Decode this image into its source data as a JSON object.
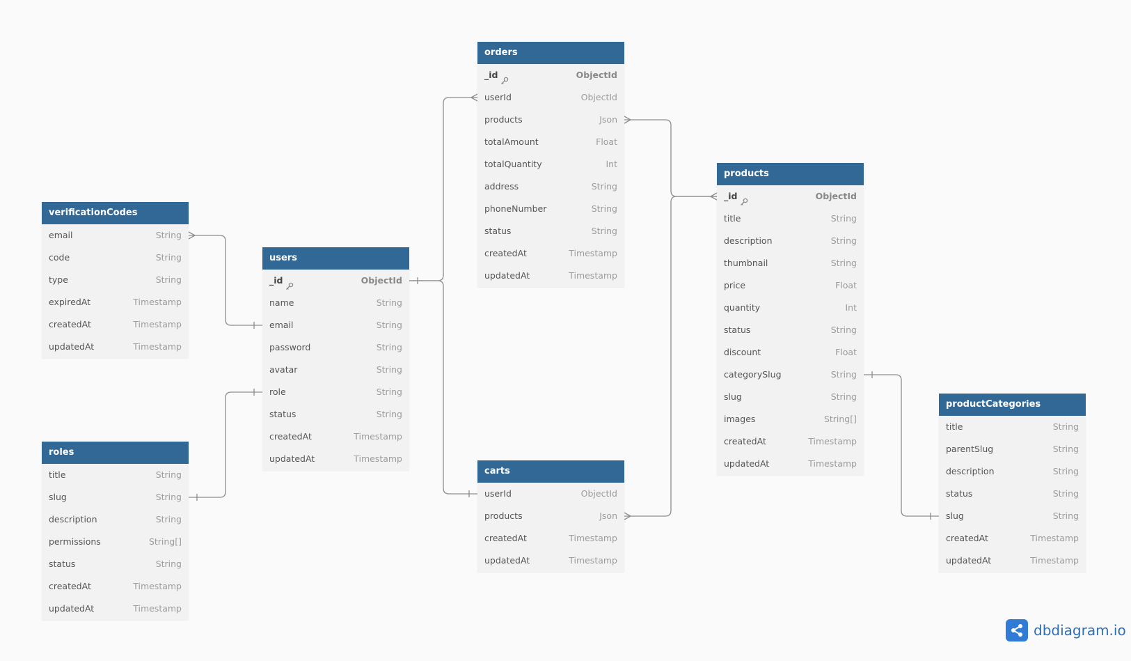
{
  "tables": [
    {
      "id": "orders",
      "name": "orders",
      "fields": [
        {
          "name": "_id",
          "type": "ObjectId",
          "pk": true
        },
        {
          "name": "userId",
          "type": "ObjectId"
        },
        {
          "name": "products",
          "type": "Json"
        },
        {
          "name": "totalAmount",
          "type": "Float"
        },
        {
          "name": "totalQuantity",
          "type": "Int"
        },
        {
          "name": "address",
          "type": "String"
        },
        {
          "name": "phoneNumber",
          "type": "String"
        },
        {
          "name": "status",
          "type": "String"
        },
        {
          "name": "createdAt",
          "type": "Timestamp"
        },
        {
          "name": "updatedAt",
          "type": "Timestamp"
        }
      ]
    },
    {
      "id": "products",
      "name": "products",
      "fields": [
        {
          "name": "_id",
          "type": "ObjectId",
          "pk": true
        },
        {
          "name": "title",
          "type": "String"
        },
        {
          "name": "description",
          "type": "String"
        },
        {
          "name": "thumbnail",
          "type": "String"
        },
        {
          "name": "price",
          "type": "Float"
        },
        {
          "name": "quantity",
          "type": "Int"
        },
        {
          "name": "status",
          "type": "String"
        },
        {
          "name": "discount",
          "type": "Float"
        },
        {
          "name": "categorySlug",
          "type": "String"
        },
        {
          "name": "slug",
          "type": "String"
        },
        {
          "name": "images",
          "type": "String[]"
        },
        {
          "name": "createdAt",
          "type": "Timestamp"
        },
        {
          "name": "updatedAt",
          "type": "Timestamp"
        }
      ]
    },
    {
      "id": "verificationCodes",
      "name": "verificationCodes",
      "fields": [
        {
          "name": "email",
          "type": "String"
        },
        {
          "name": "code",
          "type": "String"
        },
        {
          "name": "type",
          "type": "String"
        },
        {
          "name": "expiredAt",
          "type": "Timestamp"
        },
        {
          "name": "createdAt",
          "type": "Timestamp"
        },
        {
          "name": "updatedAt",
          "type": "Timestamp"
        }
      ]
    },
    {
      "id": "users",
      "name": "users",
      "fields": [
        {
          "name": "_id",
          "type": "ObjectId",
          "pk": true
        },
        {
          "name": "name",
          "type": "String"
        },
        {
          "name": "email",
          "type": "String"
        },
        {
          "name": "password",
          "type": "String"
        },
        {
          "name": "avatar",
          "type": "String"
        },
        {
          "name": "role",
          "type": "String"
        },
        {
          "name": "status",
          "type": "String"
        },
        {
          "name": "createdAt",
          "type": "Timestamp"
        },
        {
          "name": "updatedAt",
          "type": "Timestamp"
        }
      ]
    },
    {
      "id": "roles",
      "name": "roles",
      "fields": [
        {
          "name": "title",
          "type": "String"
        },
        {
          "name": "slug",
          "type": "String"
        },
        {
          "name": "description",
          "type": "String"
        },
        {
          "name": "permissions",
          "type": "String[]"
        },
        {
          "name": "status",
          "type": "String"
        },
        {
          "name": "createdAt",
          "type": "Timestamp"
        },
        {
          "name": "updatedAt",
          "type": "Timestamp"
        }
      ]
    },
    {
      "id": "carts",
      "name": "carts",
      "fields": [
        {
          "name": "userId",
          "type": "ObjectId"
        },
        {
          "name": "products",
          "type": "Json"
        },
        {
          "name": "createdAt",
          "type": "Timestamp"
        },
        {
          "name": "updatedAt",
          "type": "Timestamp"
        }
      ]
    },
    {
      "id": "productCategories",
      "name": "productCategories",
      "fields": [
        {
          "name": "title",
          "type": "String"
        },
        {
          "name": "parentSlug",
          "type": "String"
        },
        {
          "name": "description",
          "type": "String"
        },
        {
          "name": "status",
          "type": "String"
        },
        {
          "name": "slug",
          "type": "String"
        },
        {
          "name": "createdAt",
          "type": "Timestamp"
        },
        {
          "name": "updatedAt",
          "type": "Timestamp"
        }
      ]
    }
  ],
  "relationships": [
    {
      "from": "users._id",
      "to": "orders.userId",
      "kind": "one-to-many"
    },
    {
      "from": "users._id",
      "to": "carts.userId",
      "kind": "one-to-one"
    },
    {
      "from": "users.email",
      "to": "verificationCodes.email",
      "kind": "one-to-many"
    },
    {
      "from": "roles.slug",
      "to": "users.role",
      "kind": "one-to-one"
    },
    {
      "from": "products._id",
      "to": "orders.products",
      "kind": "many-to-many"
    },
    {
      "from": "products._id",
      "to": "carts.products",
      "kind": "many-to-many"
    },
    {
      "from": "products.categorySlug",
      "to": "productCategories.slug",
      "kind": "one-to-one"
    }
  ],
  "brand": {
    "text": "dbdiagram.io",
    "color": "#2f7bd5"
  },
  "colors": {
    "header": "#316896",
    "body": "#f2f2f2",
    "line": "#8c8c8c"
  }
}
